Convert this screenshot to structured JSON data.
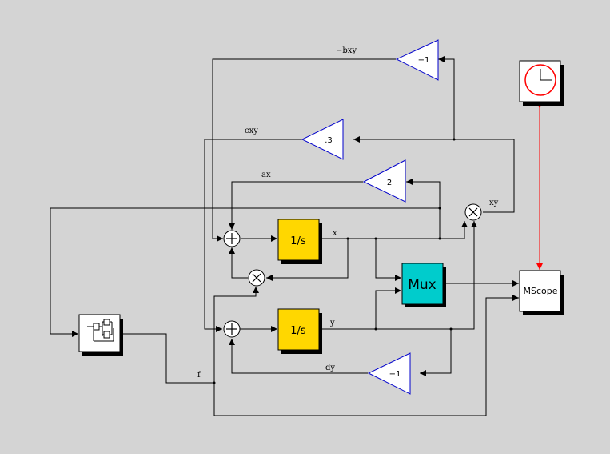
{
  "blocks": {
    "gain_neg_bxy": {
      "text": "−1",
      "kind": "gain"
    },
    "gain_c": {
      "text": ".3",
      "kind": "gain"
    },
    "gain_a": {
      "text": "2",
      "kind": "gain"
    },
    "gain_neg_d": {
      "text": "−1",
      "kind": "gain"
    },
    "integrator_x": {
      "text": "1/s",
      "kind": "integrator",
      "color": "#ffd700"
    },
    "integrator_y": {
      "text": "1/s",
      "kind": "integrator",
      "color": "#ffd700"
    },
    "mux": {
      "text": "Mux",
      "kind": "mux",
      "color": "#00cccc"
    },
    "mscope": {
      "text": "MScope",
      "kind": "scope"
    },
    "clock": {
      "text": "",
      "kind": "clock",
      "color": "#ff0000"
    },
    "superblock": {
      "text": "",
      "kind": "superblock"
    },
    "sum_x": {
      "text": "+",
      "kind": "sum"
    },
    "sum_y": {
      "text": "+",
      "kind": "sum"
    },
    "prod_xy": {
      "text": "×",
      "kind": "product"
    },
    "prod_fx": {
      "text": "×",
      "kind": "product"
    }
  },
  "labels": {
    "bxy": "−bxy",
    "cxy": "cxy",
    "ax": "ax",
    "xy": "xy",
    "x": "x",
    "y": "y",
    "dy": "dy",
    "f": "f"
  },
  "colors": {
    "background": "#d4d4d4",
    "event_link": "#ff0000",
    "gain_border": "#0000cc"
  }
}
